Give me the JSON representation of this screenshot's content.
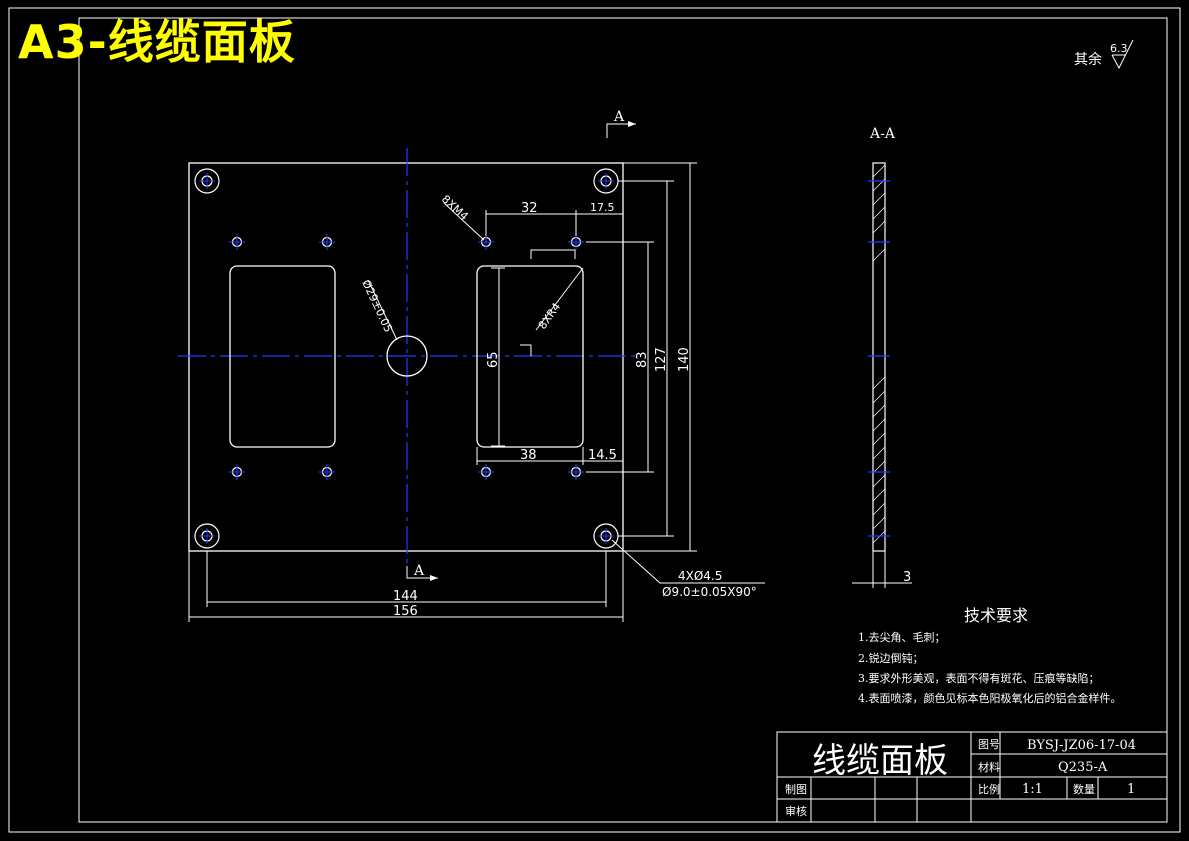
{
  "banner_title": "A3-线缆面板",
  "roughness": {
    "prefix": "其余",
    "value": "6.3"
  },
  "section_marker": "A",
  "section_title": "A-A",
  "dimensions": {
    "d32": "32",
    "d17_5": "17.5",
    "d8xm4": "8XM4",
    "d8xr4": "8XR4",
    "d29": "Ø29±0.05",
    "d65": "65",
    "d83": "83",
    "d127": "127",
    "d140": "140",
    "d38": "38",
    "d14_5": "14.5",
    "d144": "144",
    "d156": "156",
    "hole_count": "4XØ4.5",
    "countersink": "Ø9.0±0.05X90°",
    "thickness": "3"
  },
  "tech_requirements": {
    "title": "技术要求",
    "items": [
      "1.去尖角、毛刺；",
      "2.锐边倒钝；",
      "3.要求外形美观，表面不得有斑花、压痕等缺陷；",
      "4.表面喷漆，颜色见标本色阳极氧化后的铝合金样件。"
    ]
  },
  "title_block": {
    "part_name": "线缆面板",
    "drawing_no_label": "图号",
    "drawing_no": "BYSJ-JZ06-17-04",
    "material_label": "材料",
    "material": "Q235-A",
    "scale_label": "比例",
    "scale": "1:1",
    "qty_label": "数量",
    "qty": "1",
    "drawn_label": "制图",
    "checked_label": "审核"
  },
  "colors": {
    "background": "#000000",
    "outline": "#ffffff",
    "centerline": "#1f3cff",
    "banner": "#ffff00",
    "hidden": "#2a3cff"
  }
}
